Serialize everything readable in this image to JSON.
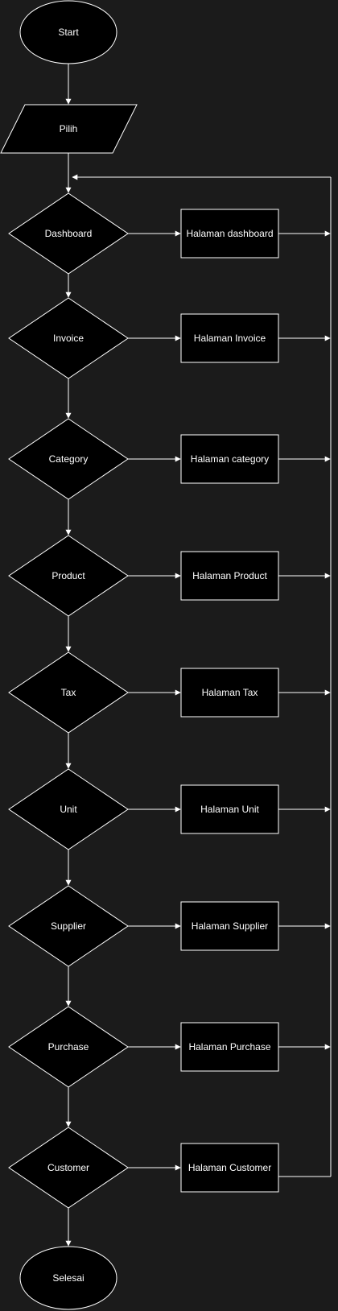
{
  "diagram": {
    "start": {
      "label": "Start"
    },
    "input": {
      "label": "Pilih"
    },
    "end": {
      "label": "Selesai"
    },
    "decisions": [
      {
        "label": "Dashboard",
        "page": "Halaman dashboard"
      },
      {
        "label": "Invoice",
        "page": "Halaman Invoice"
      },
      {
        "label": "Category",
        "page": "Halaman category"
      },
      {
        "label": "Product",
        "page": "Halaman Product"
      },
      {
        "label": "Tax",
        "page": "Halaman Tax"
      },
      {
        "label": "Unit",
        "page": "Halaman Unit"
      },
      {
        "label": "Supplier",
        "page": "Halaman Supplier"
      },
      {
        "label": "Purchase",
        "page": "Halaman Purchase"
      },
      {
        "label": "Customer",
        "page": "Halaman Customer"
      }
    ]
  },
  "colors": {
    "background": "#1b1b1b",
    "shape_fill": "#000000",
    "stroke": "#ffffff",
    "text": "#ffffff"
  }
}
